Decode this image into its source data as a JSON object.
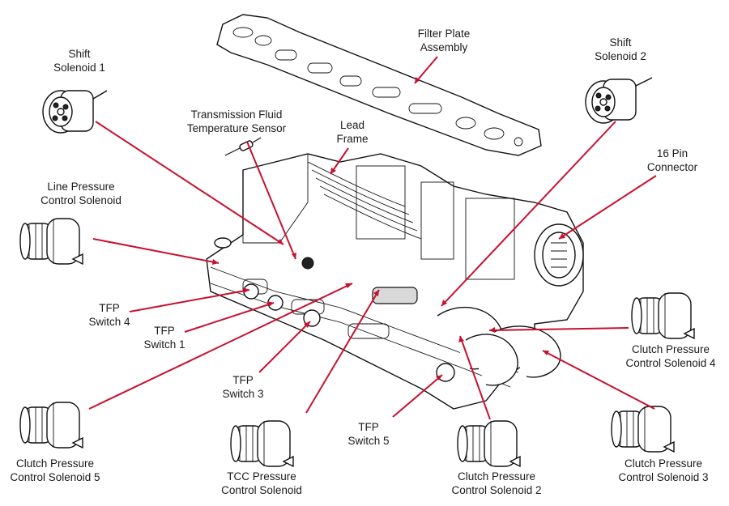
{
  "labels": {
    "shift_solenoid_1": [
      "Shift",
      "Solenoid 1"
    ],
    "filter_plate": [
      "Filter Plate",
      "Assembly"
    ],
    "shift_solenoid_2": [
      "Shift",
      "Solenoid 2"
    ],
    "tft_sensor": [
      "Transmission Fluid",
      "Temperature Sensor"
    ],
    "lead_frame": [
      "Lead",
      "Frame"
    ],
    "pin16_connector": [
      "16 Pin",
      "Connector"
    ],
    "line_pressure": [
      "Line Pressure",
      "Control Solenoid"
    ],
    "tfp_switch_4": [
      "TFP",
      "Switch 4"
    ],
    "tfp_switch_1": [
      "TFP",
      "Switch 1"
    ],
    "tfp_switch_3": [
      "TFP",
      "Switch 3"
    ],
    "tfp_switch_5": [
      "TFP",
      "Switch 5"
    ],
    "cpcs_4": [
      "Clutch Pressure",
      "Control Solenoid 4"
    ],
    "cpcs_5": [
      "Clutch Pressure",
      "Control Solenoid 5"
    ],
    "tcc_pressure": [
      "TCC Pressure",
      "Control Solenoid"
    ],
    "cpcs_2": [
      "Clutch Pressure",
      "Control Solenoid 2"
    ],
    "cpcs_3": [
      "Clutch Pressure",
      "Control Solenoid 3"
    ]
  },
  "colors": {
    "leader_line": "#c8102e",
    "outline": "#111111"
  }
}
